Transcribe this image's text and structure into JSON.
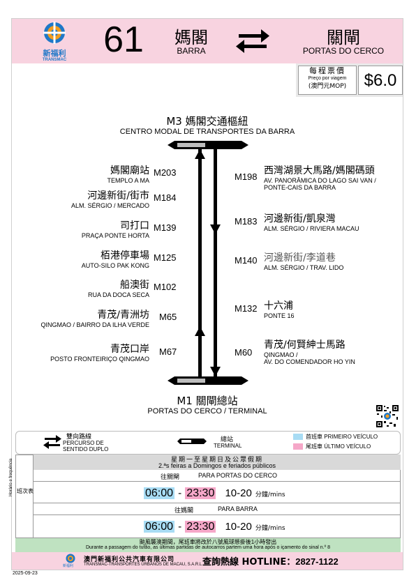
{
  "header": {
    "logo_cn": "新福利",
    "logo_en": "TRANSMAC",
    "route_number": "61",
    "origin_cn": "媽閣",
    "origin_pt": "BARRA",
    "dest_cn": "關閘",
    "dest_pt": "PORTAS DO CERCO"
  },
  "fare": {
    "label_cn": "每程票價",
    "label_pt": "Preço por viagem",
    "label_unit": "(澳門元MOP)",
    "amount": "$6.0"
  },
  "terminal_top": {
    "cn": "M3 媽閣交通樞紐",
    "pt": "CENTRO MODAL DE TRANSPORTES DA BARRA"
  },
  "terminal_bottom": {
    "cn": "M1 關閘總站",
    "pt": "PORTAS DO CERCO / TERMINAL"
  },
  "stops_left": [
    {
      "cn": "媽閣廟站",
      "pt": "TEMPLO A MA",
      "code": "M203"
    },
    {
      "cn": "河邊新街/街市",
      "pt": "ALM. SÉRGIO / MERCADO",
      "code": "M184"
    },
    {
      "cn": "司打口",
      "pt": "PRAÇA PONTE HORTA",
      "code": "M139"
    },
    {
      "cn": "栢港停車場",
      "pt": "AUTO-SILO PAK KONG",
      "code": "M125"
    },
    {
      "cn": "船澳街",
      "pt": "RUA DA DOCA SECA",
      "code": "M102"
    },
    {
      "cn": "青茂/青洲坊",
      "pt": "QINGMAO / BAIRRO DA ILHA VERDE",
      "code": "M65"
    },
    {
      "cn": "青茂口岸",
      "pt": "POSTO FRONTEIRIÇO QINGMAO",
      "code": "M67"
    }
  ],
  "stops_right": [
    {
      "cn": "西灣湖景大馬路/媽閣碼頭",
      "pt": "AV. PANORÂMICA DO LAGO SAI VAN /",
      "pt2": "PONTE-CAIS DA BARRA",
      "code": "M198"
    },
    {
      "cn": "河邊新街/凱泉灣",
      "pt": "ALM. SÉRGIO / RIVIERA MACAU",
      "pt2": "",
      "code": "M183"
    },
    {
      "cn": "河邊新街/李道巷",
      "pt": "ALM. SÉRGIO / TRAV. LIDO",
      "pt2": "",
      "code": "M140"
    },
    {
      "cn": "十六浦",
      "pt": "PONTE 16",
      "pt2": "",
      "code": "M132"
    },
    {
      "cn": "青茂/何賢紳士馬路",
      "pt": "QINGMAO /",
      "pt2": "AV. DO COMENDADOR HO YIN",
      "code": "M60"
    }
  ],
  "legend": {
    "double_cn": "雙向路線",
    "double_pt1": "PERCURSO DE",
    "double_pt2": "SENTIDO DUPLO",
    "terminal_cn": "總站",
    "terminal_pt": "TERMINAL",
    "first_cn": "首班車",
    "first_pt": "PRIMEIRO VEÍCULO",
    "last_cn": "尾班車",
    "last_pt": "ÚLTIMO VEÍCULO"
  },
  "schedule": {
    "side_cn": "班次表",
    "side_pt": "Horário e frequência",
    "days_cn": "星期一至星期日及公眾假期",
    "days_pt": "2.ªs feiras a Domingos e feriados públicos",
    "dir1_cn": "往關閘",
    "dir1_pt": "PARA PORTAS DO CERCO",
    "dir1_first": "06:00",
    "dir1_last": "23:30",
    "dir1_freq": "10-20",
    "dir2_cn": "往媽閣",
    "dir2_pt": "PARA BARRA",
    "dir2_first": "06:00",
    "dir2_last": "23:30",
    "dir2_freq": "10-20",
    "dash": "-",
    "freq_unit": "分鐘/mins"
  },
  "typhoon": {
    "cn": "颱風襲澳期間，尾班車將改於八號風球懸掛後1小時發出",
    "pt": "Durante a passagem do tufão, as últimas partidas de autocarros partem uma hora após o içamento do sinal n.º 8"
  },
  "footer": {
    "company_cn": "澳門新福利公共汽車有限公司",
    "company_pt": "TRANSMAC-TRANSPORTES URBANOS DE MACAU, S.A.R.L.",
    "hotline_label": "查詢熱線 HOTLINE：",
    "hotline_number": "2827-1122",
    "logo_cn": "新福利",
    "date": "2025-09-23"
  },
  "colors": {
    "header_pink": "#f8d3e0",
    "first_blue": "#a8dcf4",
    "last_pink": "#f5a7c8",
    "typhoon_green": "#bfe2c1",
    "logo_blue": "#1f78c8",
    "logo_orange": "#f29c1f"
  }
}
